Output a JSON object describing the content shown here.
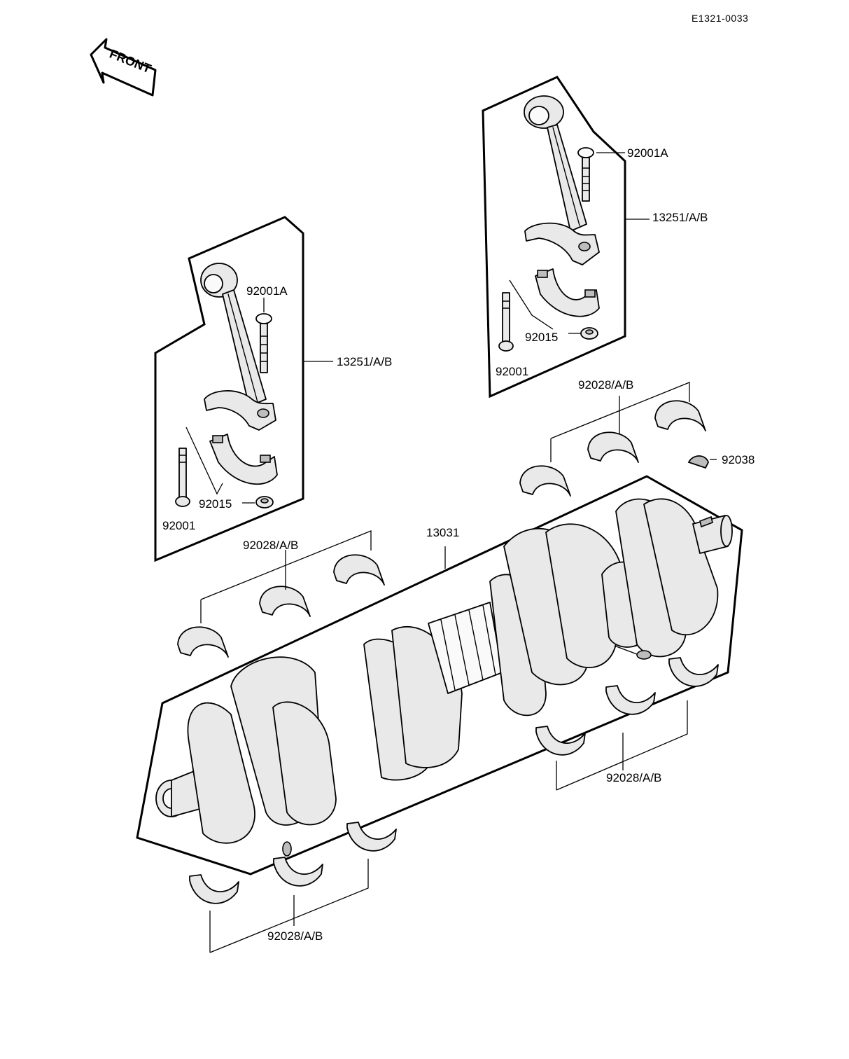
{
  "diagram_code": "E1321-0033",
  "front_arrow_label": "FRONT",
  "callouts": {
    "upper_right_rod": {
      "bolt_head_ref": "92001A",
      "rod_ref": "13251/A/B",
      "nut_ref": "92015",
      "bolt_ref": "92001"
    },
    "left_rod": {
      "bolt_head_ref": "92001A",
      "rod_ref": "13251/A/B",
      "nut_ref": "92015",
      "bolt_ref": "92001"
    },
    "crankshaft_ref": "13031",
    "key_ref": "92038",
    "bearings_upper_right": "92028/A/B",
    "bearings_upper_left": "92028/A/B",
    "bearings_lower_right": "92028/A/B",
    "bearings_lower_left": "92028/A/B"
  }
}
